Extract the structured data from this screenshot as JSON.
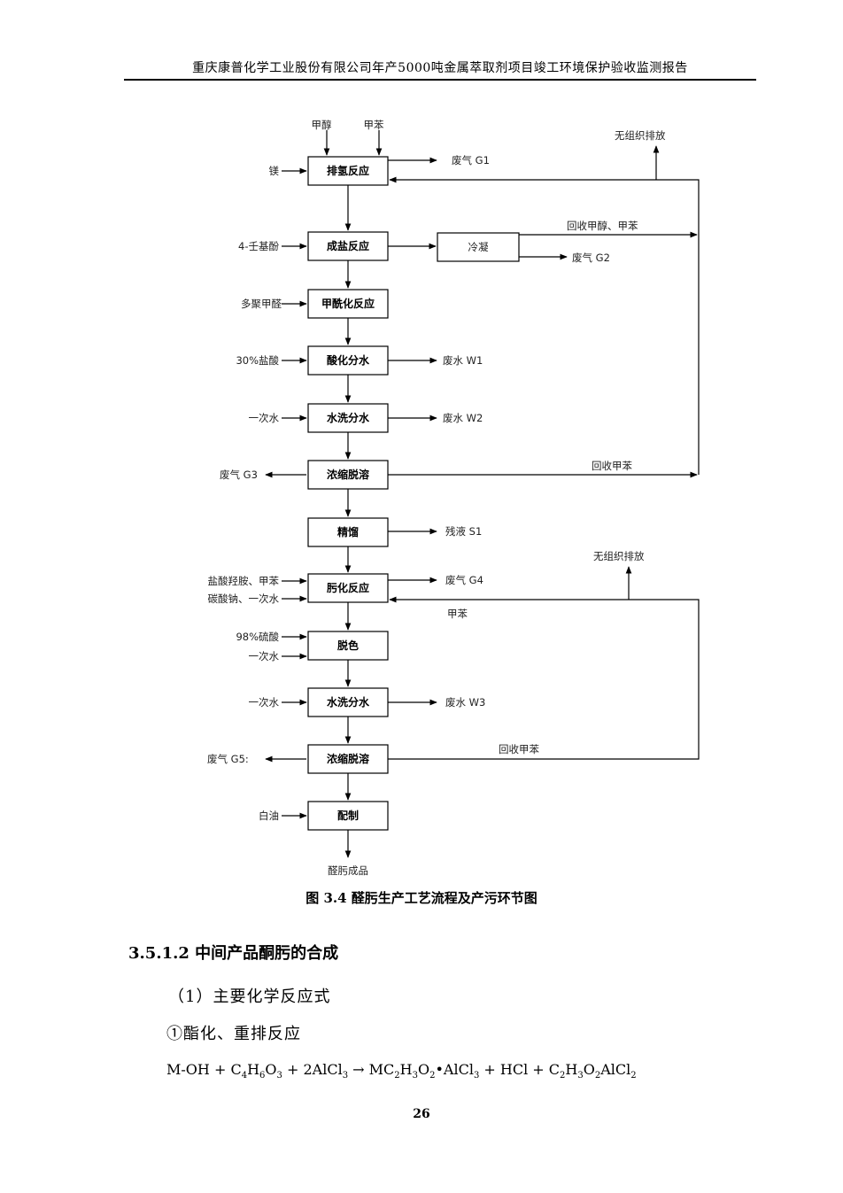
{
  "header": {
    "title": "重庆康普化学工业股份有限公司年产5000吨金属萃取剂项目竣工环境保护验收监测报告"
  },
  "flow": {
    "boxes": {
      "b1": "排氢反应",
      "b2": "成盐反应",
      "b3": "甲酰化反应",
      "b4": "酸化分水",
      "b5": "水洗分水",
      "b6": "浓缩脱溶",
      "b7": "精馏",
      "b8": "肟化反应",
      "b9": "脱色",
      "b10": "水洗分水",
      "b11": "浓缩脱溶",
      "b12": "配制",
      "cond": "冷凝"
    },
    "inputs": {
      "methanol": "甲醇",
      "toluene": "甲苯",
      "mg": "镁",
      "nonylphenol": "4-壬基酚",
      "paraform": "多聚甲醛",
      "hcl30": "30%盐酸",
      "water1": "一次水",
      "hydroxylamine": "盐酸羟胺、甲苯",
      "sodium_carbonate": "碳酸钠、一次水",
      "h2so4": "98%硫酸",
      "water2": "一次水",
      "water3": "一次水",
      "white_oil": "白油"
    },
    "outputs": {
      "g1": "废气 G1",
      "g2": "废气 G2",
      "g3": "废气 G3",
      "g4": "废气 G4",
      "g5": "废气 G5:",
      "w1": "废水 W1",
      "w2": "废水 W2",
      "w3": "废水 W3",
      "s1": "残液 S1",
      "fugitive1": "无组织排放",
      "fugitive2": "无组织排放",
      "recover_mt": "回收甲醇、甲苯",
      "recover_t1": "回收甲苯",
      "recover_t2": "回收甲苯",
      "toluene_return": "甲苯",
      "product": "醛肟成品"
    }
  },
  "caption": "图 3.4   醛肟生产工艺流程及产污环节图",
  "section": "3.5.1.2 中间产品酮肟的合成",
  "para1": "（1）主要化学反应式",
  "para2": "①酯化、重排反应",
  "equation": {
    "p1": "M-OH + C",
    "s1": "4",
    "p2": "H",
    "s2": "6",
    "p3": "O",
    "s3": "3",
    "p4": " + 2AlCl",
    "s4": "3",
    "p5": " → MC",
    "s5": "2",
    "p6": "H",
    "s6": "3",
    "p7": "O",
    "s7": "2",
    "p8": "•AlCl",
    "s8": "3",
    "p9": " + HCl + C",
    "s9": "2",
    "p10": "H",
    "s10": "3",
    "p11": "O",
    "s11": "2",
    "p12": "AlCl",
    "s12": "2"
  },
  "page_number": "26"
}
